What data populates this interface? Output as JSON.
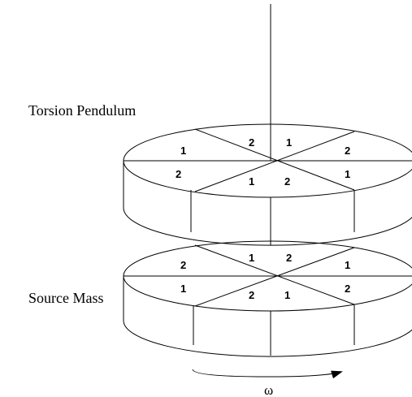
{
  "labels": {
    "torsion_pendulum": "Torsion Pendulum",
    "source_mass": "Source Mass",
    "omega": "ω"
  },
  "torsion_pendulum_segments": [
    "1",
    "2",
    "1",
    "2",
    "1",
    "2",
    "1",
    "2"
  ],
  "source_mass_segments": [
    "2",
    "1",
    "2",
    "1",
    "2",
    "1",
    "2",
    "1"
  ]
}
